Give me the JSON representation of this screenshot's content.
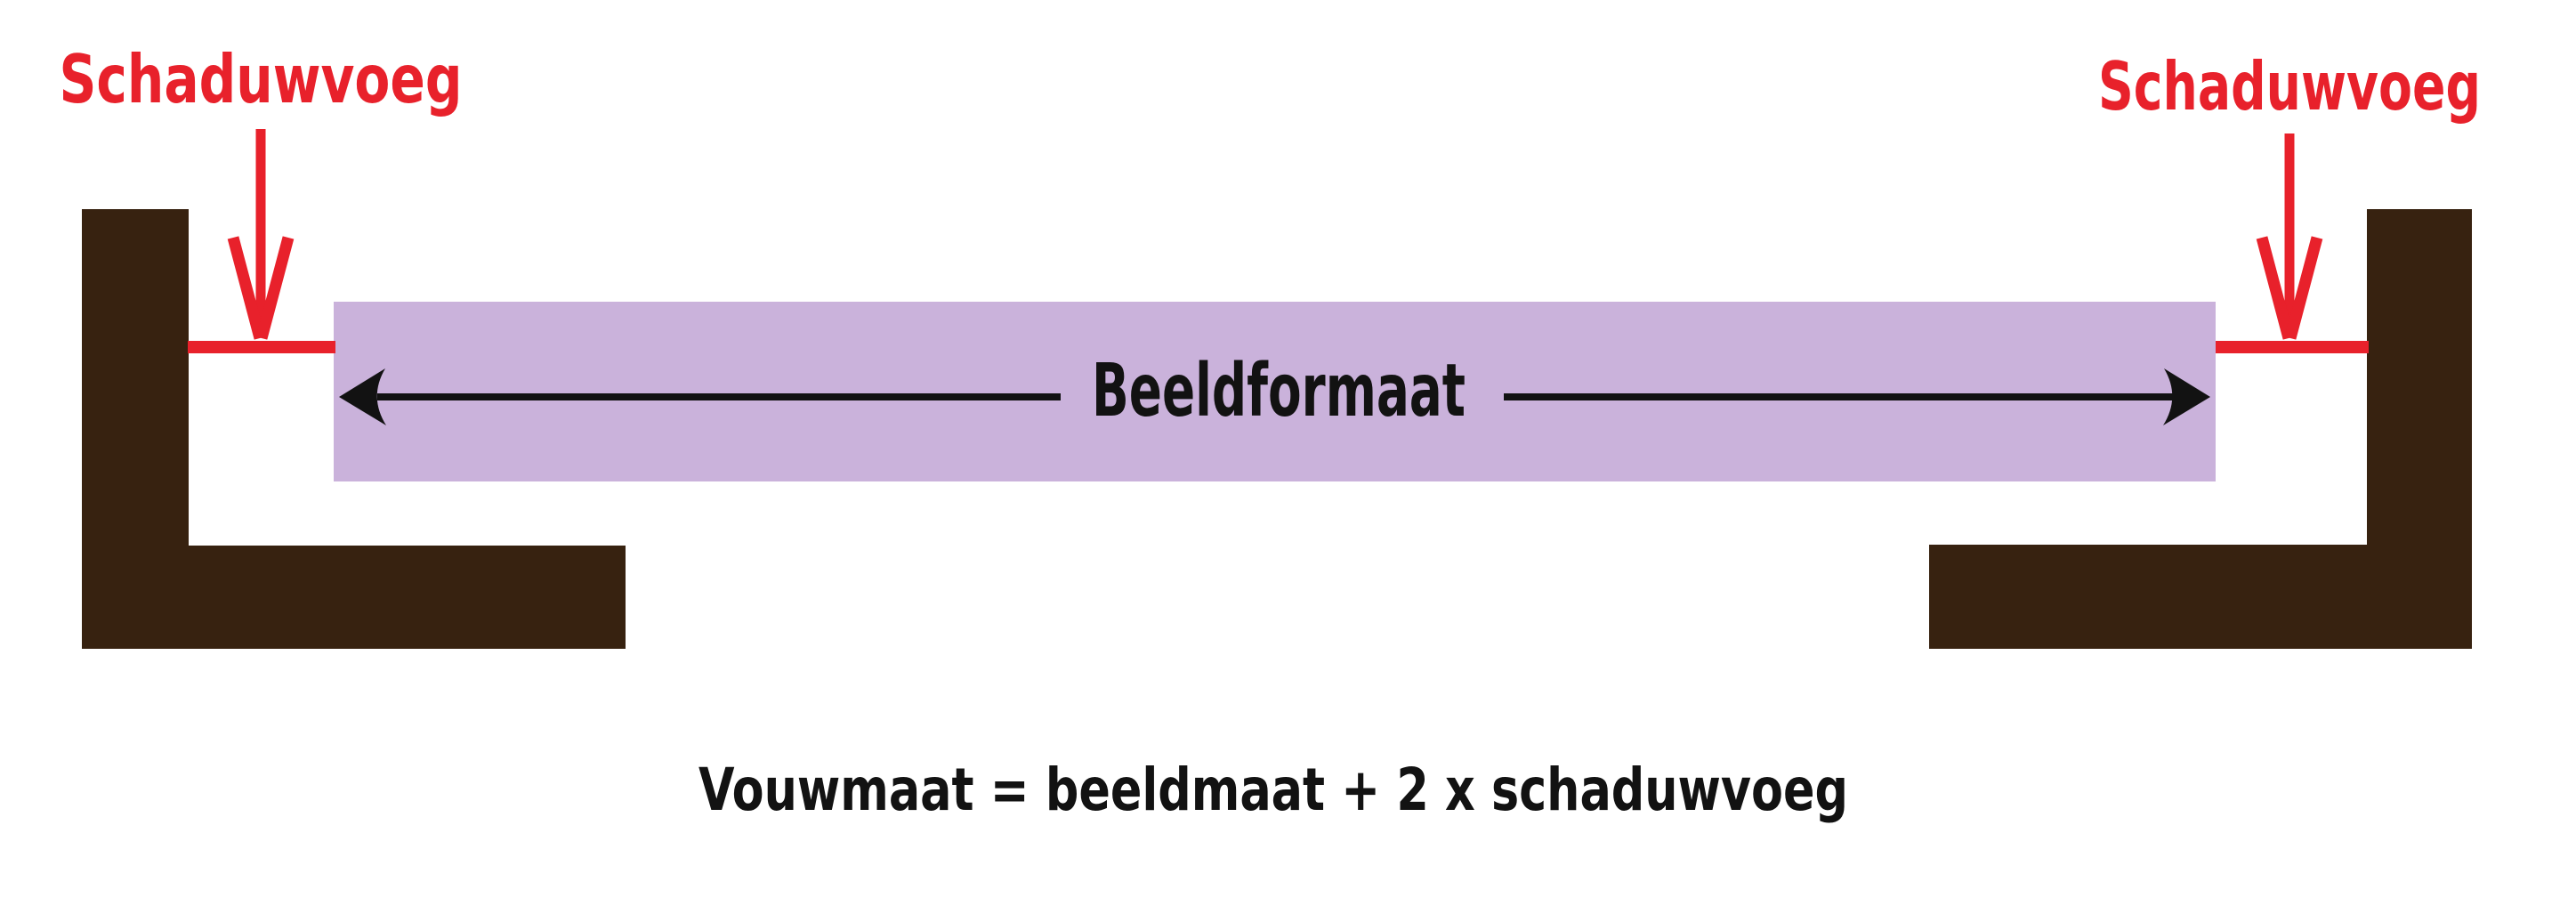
{
  "labels": {
    "schaduwvoeg_left": "Schaduwvoeg",
    "schaduwvoeg_right": "Schaduwvoeg",
    "beeldformaat": "Beeldformaat",
    "formula": "Vouwmaat = beeldmaat + 2 x schaduwvoeg"
  },
  "colors": {
    "background": "#ffffff",
    "red": "#e8212b",
    "brown": "#372210",
    "purple": "#cab2db",
    "black": "#121212"
  }
}
